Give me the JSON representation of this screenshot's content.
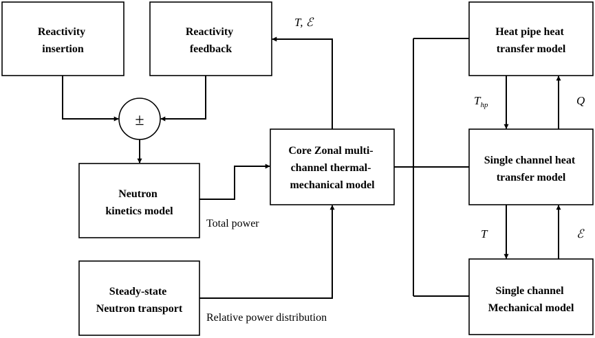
{
  "blocks": {
    "reactivity_insertion": [
      "Reactivity",
      "insertion"
    ],
    "reactivity_feedback": [
      "Reactivity",
      "feedback"
    ],
    "neutron_kinetics": [
      "Neutron",
      "kinetics model"
    ],
    "steady_state": [
      "Steady-state",
      "Neutron transport"
    ],
    "core_zonal": [
      "Core Zonal multi-",
      "channel thermal-",
      "mechanical model"
    ],
    "heat_pipe": [
      "Heat pipe heat",
      "transfer model"
    ],
    "single_channel_heat": [
      "Single channel heat",
      "transfer model"
    ],
    "single_channel_mech": [
      "Single channel",
      "Mechanical model"
    ]
  },
  "summing_junction": "±",
  "labels": {
    "t_eps": "T, ℰ",
    "thp_main": "T",
    "thp_sub": "hp",
    "q": "Q",
    "t": "T",
    "eps": "ℰ",
    "total_power": "Total power",
    "relative_power": "Relative power distribution"
  }
}
